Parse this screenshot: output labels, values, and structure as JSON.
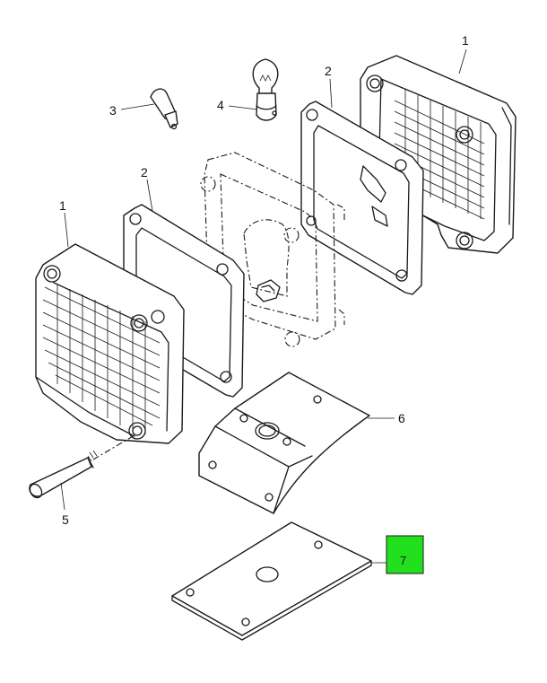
{
  "callouts": {
    "lamp_front": "1",
    "lamp_rear": "1",
    "gasket_front": "2",
    "gasket_rear": "2",
    "bulb_small": "3",
    "bulb_socket": "4",
    "screw": "5",
    "bracket": "6",
    "plate": "7"
  },
  "highlight": {
    "color": "#22e01e",
    "part": "7"
  }
}
